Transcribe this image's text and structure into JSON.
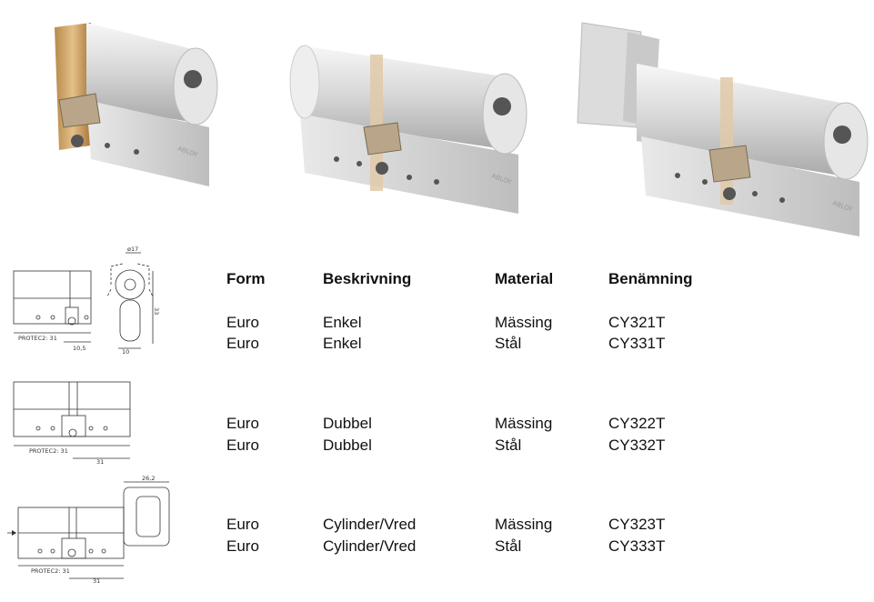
{
  "table": {
    "headers": [
      "Form",
      "Beskrivning",
      "Material",
      "Benämning"
    ],
    "groups": [
      {
        "rows": [
          [
            "Euro",
            "Enkel",
            "Mässing",
            "CY321T"
          ],
          [
            "Euro",
            "Enkel",
            "Stål",
            "CY331T"
          ]
        ]
      },
      {
        "rows": [
          [
            "Euro",
            "Dubbel",
            "Mässing",
            "CY322T"
          ],
          [
            "Euro",
            "Dubbel",
            "Stål",
            "CY332T"
          ]
        ]
      },
      {
        "rows": [
          [
            "Euro",
            "Cylinder/Vred",
            "Mässing",
            "CY323T"
          ],
          [
            "Euro",
            "Cylinder/Vred",
            "Stål",
            "CY333T"
          ]
        ]
      }
    ]
  },
  "drawings": {
    "enkel": {
      "label": "PROTEC2: 31",
      "dim_a": "10,5",
      "dim_b": "10",
      "dim_d": "ø17",
      "dim_h": "33"
    },
    "dubbel": {
      "label": "PROTEC2: 31",
      "dim_a": "31"
    },
    "vred": {
      "label": "PROTEC2: 31",
      "dim_a": "31",
      "dim_k": "26,2"
    }
  },
  "photos": {
    "engraving": "ABLOY"
  }
}
